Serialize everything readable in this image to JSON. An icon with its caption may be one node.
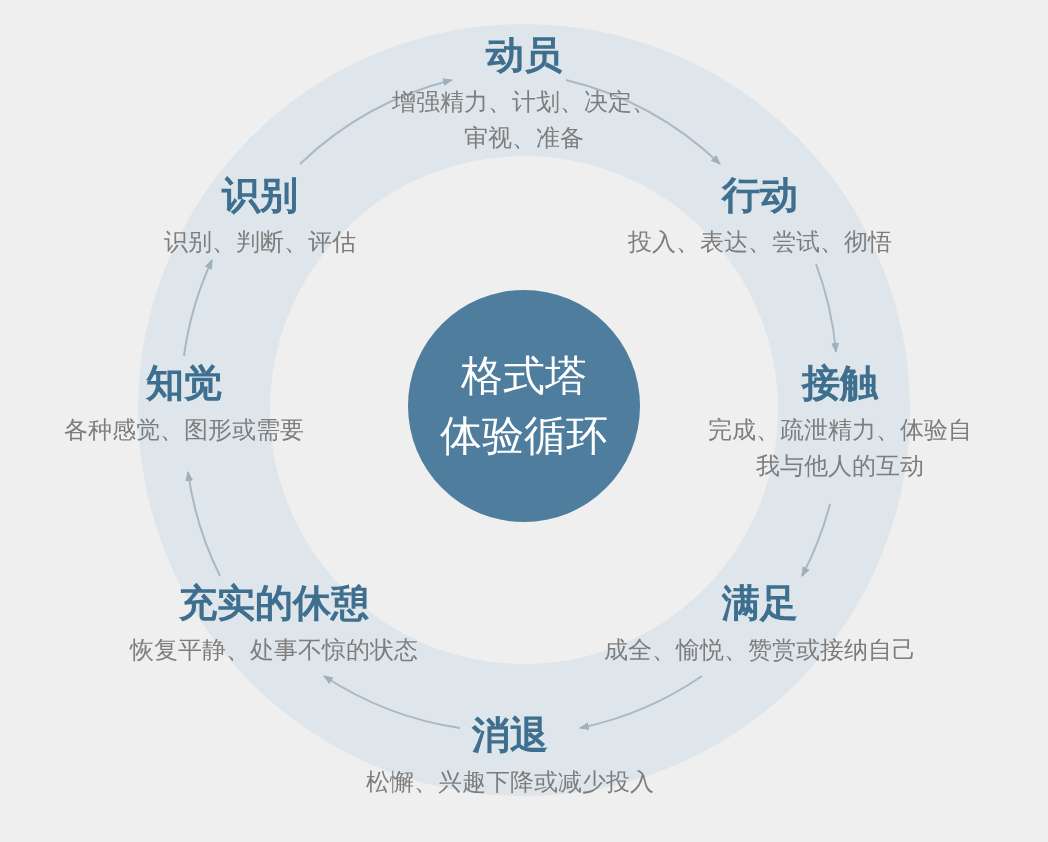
{
  "diagram": {
    "nodes": [
      {
        "text": [
          "格式塔体验循环"
        ]
      },
      {
        "text": [
          "动员",
          "增强精力、计划、决定、审视、准备"
        ]
      },
      {
        "text": [
          "行动",
          "投入、表达、尝试、彻悟"
        ]
      },
      {
        "text": [
          "接触",
          "完成、疏泄精力、体验自我与他人的互动"
        ]
      },
      {
        "text": [
          "满足",
          "成全、愉悦、赞赏或接纳自己"
        ]
      },
      {
        "text": [
          "消退",
          "松懈、兴趣下降或减少投入"
        ]
      },
      {
        "text": [
          "充实的休憩",
          "恢复平静、处事不惊的状态"
        ]
      },
      {
        "text": [
          "知觉",
          "各种感觉、图形或需要"
        ]
      },
      {
        "text": [
          "识别",
          "识别、判断、评估"
        ]
      }
    ],
    "edges": [
      {
        "from": 1,
        "to": 2,
        "arrow": "to"
      },
      {
        "from": 2,
        "to": 3,
        "arrow": "to"
      },
      {
        "from": 3,
        "to": 4,
        "arrow": "to"
      },
      {
        "from": 4,
        "to": 5,
        "arrow": "to"
      },
      {
        "from": 5,
        "to": 6,
        "arrow": "to"
      },
      {
        "from": 6,
        "to": 7,
        "arrow": "to"
      },
      {
        "from": 7,
        "to": 8,
        "arrow": "to"
      },
      {
        "from": 8,
        "to": 1,
        "arrow": "to"
      }
    ]
  }
}
